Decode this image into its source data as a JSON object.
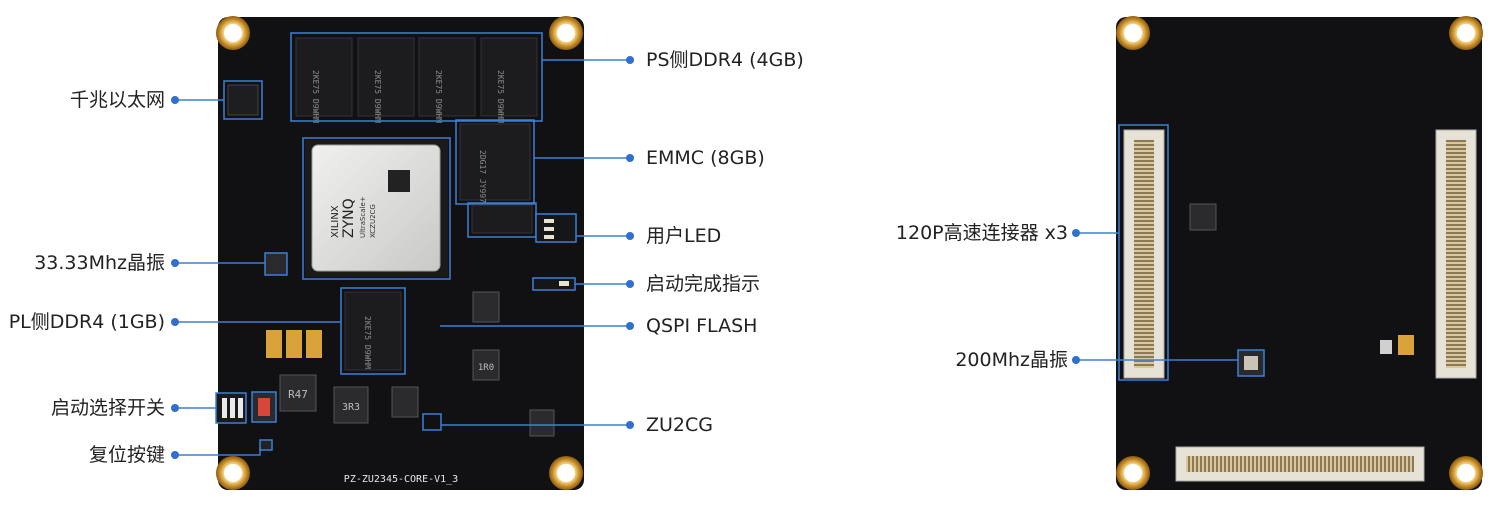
{
  "left_board": {
    "silkscreen": "PZ-ZU2345-CORE-V1_3",
    "fpga_marking": [
      "XILINX",
      "ZYNQ",
      "UltraScale+",
      "XCZU2CG"
    ],
    "ddr_chip_marking": "2KE75 D9WHM",
    "emmc_marking": "2DG17 JY997",
    "inductor_r47": "R47",
    "inductor_3r3": "3R3",
    "inductor_1r0": "1R0"
  },
  "left_callouts": [
    {
      "id": "ethernet",
      "text": "千兆以太网"
    },
    {
      "id": "osc-33m",
      "text": "33.33Mhz晶振"
    },
    {
      "id": "pl-ddr4",
      "text": "PL侧DDR4 (1GB)"
    },
    {
      "id": "boot-switch",
      "text": "启动选择开关"
    },
    {
      "id": "reset-key",
      "text": "复位按键"
    }
  ],
  "right_callouts": [
    {
      "id": "ps-ddr4",
      "text": "PS侧DDR4 (4GB)"
    },
    {
      "id": "emmc",
      "text": "EMMC (8GB)"
    },
    {
      "id": "user-led",
      "text": "用户LED"
    },
    {
      "id": "boot-done",
      "text": "启动完成指示"
    },
    {
      "id": "qspi",
      "text": "QSPI FLASH"
    },
    {
      "id": "zu2cg",
      "text": "ZU2CG"
    }
  ],
  "back_callouts": [
    {
      "id": "connectors",
      "text": "120P高速连接器 x3"
    },
    {
      "id": "osc-200m",
      "text": "200Mhz晶振"
    }
  ],
  "colors": {
    "pcb": "#111113",
    "gold": "#d9a33a",
    "callout_line": "#3d7fd6",
    "dot": "#2f6fce",
    "chip": "#1c1c1e",
    "fpga_lid": "#d8d8d6"
  },
  "icons": [
    "mounting-hole-icon",
    "callout-dot-icon"
  ]
}
